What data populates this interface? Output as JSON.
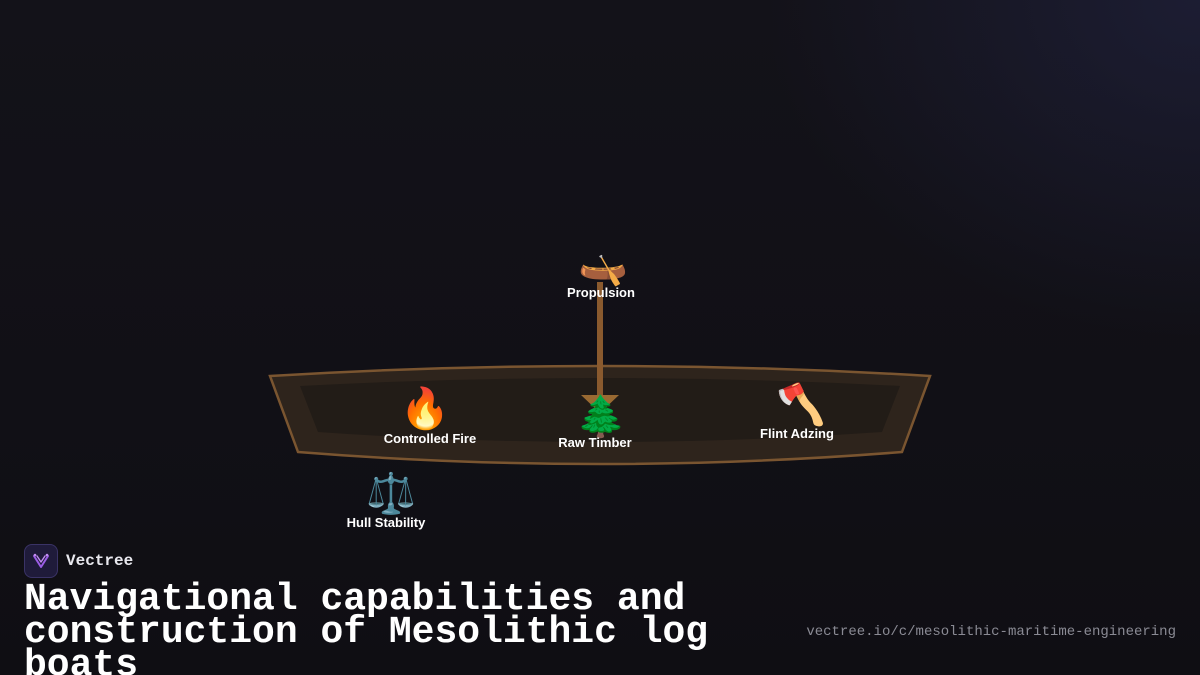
{
  "diagram": {
    "nodes": [
      {
        "id": "propulsion",
        "label": "Propulsion",
        "icon": "canoe-icon",
        "glyph": "🛶"
      },
      {
        "id": "controlled-fire",
        "label": "Controlled Fire",
        "icon": "fire-icon",
        "glyph": "🔥"
      },
      {
        "id": "raw-timber",
        "label": "Raw Timber",
        "icon": "evergreen-tree-icon",
        "glyph": "🌲"
      },
      {
        "id": "flint-adzing",
        "label": "Flint Adzing",
        "icon": "axe-icon",
        "glyph": "🪓"
      },
      {
        "id": "hull-stability",
        "label": "Hull Stability",
        "icon": "balance-scale-icon",
        "glyph": "⚖️"
      }
    ],
    "colors": {
      "hull_fill": "#2e241c",
      "hull_inner": "#221c17",
      "hull_stroke": "#7a5530",
      "mast": "#8a5a2e",
      "label": "#ffffff"
    }
  },
  "brand": {
    "name": "Vectree",
    "logo_icon": "vectree-logo-icon",
    "logo_color": "#9b5de5"
  },
  "title": "Navigational capabilities and construction of Mesolithic log boats",
  "source_url": "vectree.io/c/mesolithic-maritime-engineering"
}
